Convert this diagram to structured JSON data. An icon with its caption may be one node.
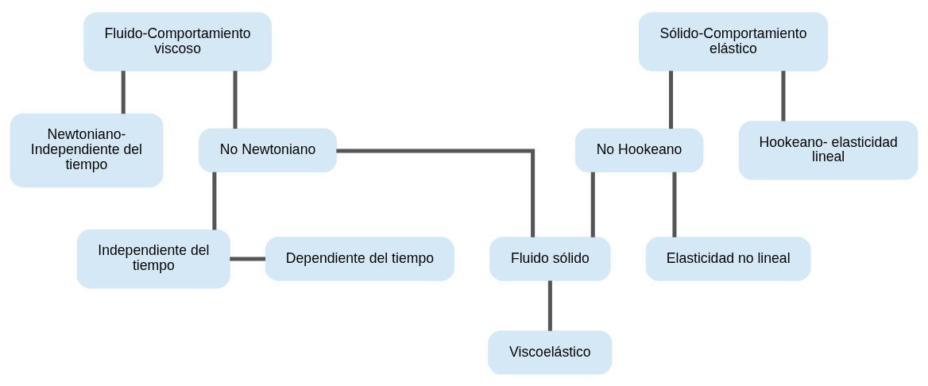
{
  "diagram": {
    "nodes": [
      {
        "text": [
          "Fluido-Comportamiento viscoso"
        ]
      },
      {
        "text": [
          "Sólido-Comportamiento elástico"
        ]
      },
      {
        "text": [
          "Newtoniano- Independiente del tiempo"
        ]
      },
      {
        "text": [
          "No Newtoniano"
        ]
      },
      {
        "text": [
          "No Hookeano"
        ]
      },
      {
        "text": [
          "Hookeano- elasticidad lineal"
        ]
      },
      {
        "text": [
          "Dependiente del tiempo"
        ]
      },
      {
        "text": [
          "Independiente del tiempo"
        ]
      },
      {
        "text": [
          "Fluido sólido"
        ]
      },
      {
        "text": [
          "Elasticidad no lineal"
        ]
      },
      {
        "text": [
          "Viscoelástico"
        ]
      }
    ],
    "edges": [
      {
        "from": 0,
        "to": 2,
        "arrow": "none"
      },
      {
        "from": 0,
        "to": 3,
        "arrow": "none"
      },
      {
        "from": 1,
        "to": 4,
        "arrow": "none"
      },
      {
        "from": 1,
        "to": 5,
        "arrow": "none"
      },
      {
        "from": 3,
        "to": 7,
        "arrow": "none"
      },
      {
        "from": 7,
        "to": 6,
        "arrow": "none"
      },
      {
        "from": 3,
        "to": 8,
        "arrow": "none"
      },
      {
        "from": 4,
        "to": 8,
        "arrow": "none"
      },
      {
        "from": 4,
        "to": 9,
        "arrow": "none"
      },
      {
        "from": 8,
        "to": 10,
        "arrow": "none"
      }
    ]
  }
}
